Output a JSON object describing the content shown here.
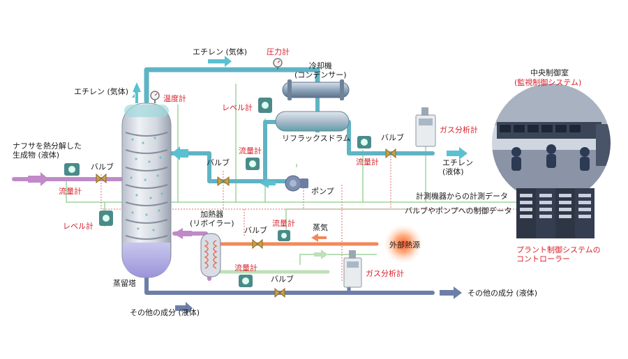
{
  "labels": {
    "ethylene_gas_top": "エチレン (気体)",
    "pressure_gauge": "圧力計",
    "condenser": "冷却機\n(コンデンサー)",
    "ethylene_gas_left": "エチレン (気体)",
    "temp_gauge": "温度計",
    "level_gauge_top": "レベル計",
    "reflux_drum": "リフラックスドラム",
    "flow_meter_reflux": "流量計",
    "valve_reflux": "バルブ",
    "flow_meter_ethylene": "流量計",
    "valve_ethylene": "バルブ",
    "gas_analyzer_top": "ガス分析計",
    "ethylene_liquid": "エチレン\n(液体)",
    "pump": "ポンプ",
    "naphtha_feed": "ナフサを熱分解した\n生成物 (液体)",
    "valve_feed": "バルブ",
    "flow_meter_feed": "流量計",
    "level_gauge_bottom": "レベル計",
    "reboiler": "加熱器\n(リボイラー)",
    "valve_steam": "バルブ",
    "flow_meter_steam": "流量計",
    "steam": "蒸気",
    "external_heat": "外部熱源",
    "flow_meter_bottom": "流量計",
    "valve_bottom": "バルブ",
    "gas_analyzer_bottom": "ガス分析計",
    "distillation_tower": "蒸留塔",
    "other_components_bottom": "その他の成分 (液体)",
    "other_components_right": "その他の成分 (液体)",
    "measurement_data": "計測機器からの計測データ",
    "control_data": "バルブやポンプへの制御データ",
    "control_room_title": "中央制御室",
    "control_room_subtitle": "(監視制御システム)",
    "controller": "プラント制御システムの\nコントローラー"
  },
  "colors": {
    "pipe_main": "#5fb4c4",
    "pipe_gray": "#6d7fa8",
    "pipe_purple": "#c08ac8",
    "pipe_orange": "#f08a5a",
    "signal_green": "#6fbf6a",
    "signal_red": "#e06a6a",
    "accent_red": "#d7202a",
    "arrow_cyan": "#5bc0d0"
  }
}
